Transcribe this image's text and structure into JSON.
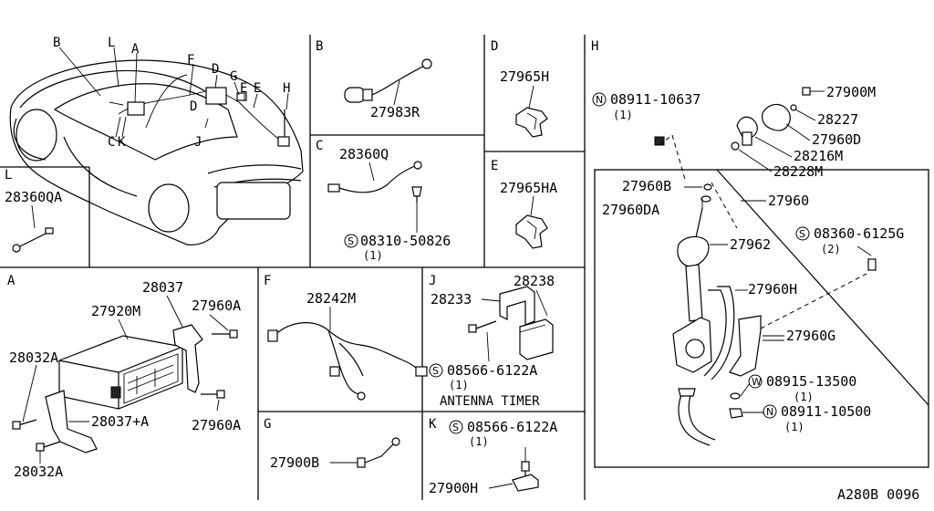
{
  "sections": {
    "overview_labels": [
      "B",
      "L",
      "A",
      "F",
      "D",
      "D",
      "G",
      "E",
      "E",
      "H",
      "J",
      "C",
      "K"
    ],
    "b": "B",
    "c": "C",
    "d": "D",
    "e": "E",
    "f": "F",
    "g": "G",
    "h": "H",
    "j": "J",
    "k": "K",
    "l": "L",
    "a": "A"
  },
  "parts": {
    "p28360QA": "28360QA",
    "p27983R": "27983R",
    "p28360Q": "28360Q",
    "p08310": "08310-50826",
    "p08310_qty": "(1)",
    "p27965H": "27965H",
    "p27965HA": "27965HA",
    "p28037": "28037",
    "p27920M": "27920M",
    "p27960A_1": "27960A",
    "p28032A_1": "28032A",
    "p28037A": "28037+A",
    "p27960A_2": "27960A",
    "p28032A_2": "28032A",
    "p28242M": "28242M",
    "p28238": "28238",
    "p28233": "28233",
    "p08566_j": "08566-6122A",
    "p08566_j_qty": "(1)",
    "antenna_timer": "ANTENNA TIMER",
    "p27900B": "27900B",
    "p08566_k": "08566-6122A",
    "p08566_k_qty": "(1)",
    "p27900H": "27900H",
    "p08911_10637": "08911-10637",
    "p08911_10637_qty": "(1)",
    "p27900M": "27900M",
    "p28227": "28227",
    "p27960D": "27960D",
    "p28216M": "28216M",
    "p28228M": "28228M",
    "p27960B": "27960B",
    "p27960": "27960",
    "p27960DA": "27960DA",
    "p27962": "27962",
    "p08360": "08360-6125G",
    "p08360_qty": "(2)",
    "p27960H": "27960H",
    "p27960G": "27960G",
    "p08915": "08915-13500",
    "p08915_qty": "(1)",
    "p08911_10500": "08911-10500",
    "p08911_10500_qty": "(1)"
  },
  "symbols": {
    "s": "S",
    "n": "N",
    "w": "W"
  },
  "footer": {
    "code": "A280B 0096"
  }
}
